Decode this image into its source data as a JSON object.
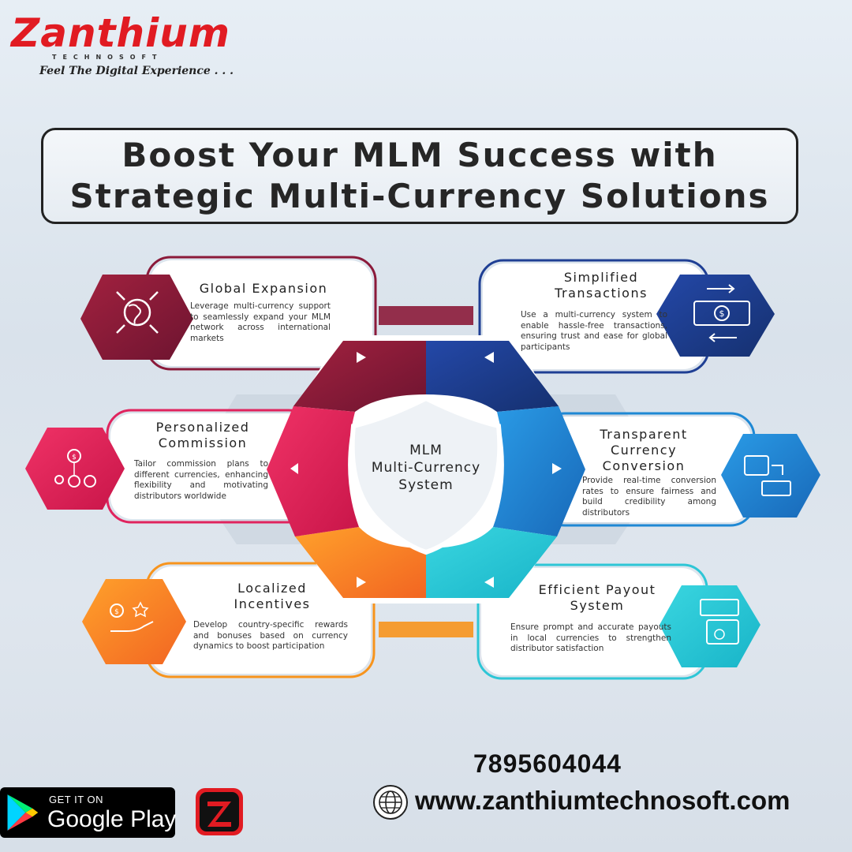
{
  "brand": {
    "name": "Zanthium",
    "sub": "TECHNOSOFT",
    "tagline": "Feel The Digital Experience . . ."
  },
  "title": {
    "line1": "Boost Your MLM Success with",
    "line2": "Strategic Multi-Currency Solutions"
  },
  "center": {
    "line1": "MLM",
    "line2": "Multi-Currency",
    "line3": "System"
  },
  "cards": {
    "global": {
      "title": "Global Expansion",
      "desc": "Leverage multi-currency support to seamlessly expand your MLM network across international markets",
      "icon": "globe-arrows-icon",
      "color": "#8b1a3a"
    },
    "simplified": {
      "title1": "Simplified",
      "title2": "Transactions",
      "desc": "Use a multi-currency system to enable hassle-free transactions, ensuring trust and ease for global participants",
      "icon": "money-exchange-icon",
      "color": "#1f3f94"
    },
    "personalized": {
      "title1": "Personalized",
      "title2": "Commission",
      "desc": "Tailor commission plans to different currencies, enhancing flexibility and motivating distributors worldwide",
      "icon": "commission-network-icon",
      "color": "#e0245e"
    },
    "transparent": {
      "title1": "Transparent",
      "title2": "Currency",
      "title3": "Conversion",
      "desc": "Provide real-time conversion rates to ensure fairness and build credibility among distributors",
      "icon": "currency-conversion-icon",
      "color": "#1e88d4"
    },
    "localized": {
      "title1": "Localized",
      "title2": "Incentives",
      "desc": "Develop country-specific rewards and bonuses based on currency dynamics to boost participation",
      "icon": "reward-hand-icon",
      "color": "#f7941d"
    },
    "efficient": {
      "title1": "Efficient Payout",
      "title2": "System",
      "desc": "Ensure prompt and accurate payouts in local currencies to strengthen distributor satisfaction",
      "icon": "payout-wallet-icon",
      "color": "#2ec6d6"
    }
  },
  "contact": {
    "phone": "7895604044",
    "website": "www.zanthiumtechnosoft.com"
  },
  "store": {
    "small": "GET IT ON",
    "big": "Google Play"
  }
}
